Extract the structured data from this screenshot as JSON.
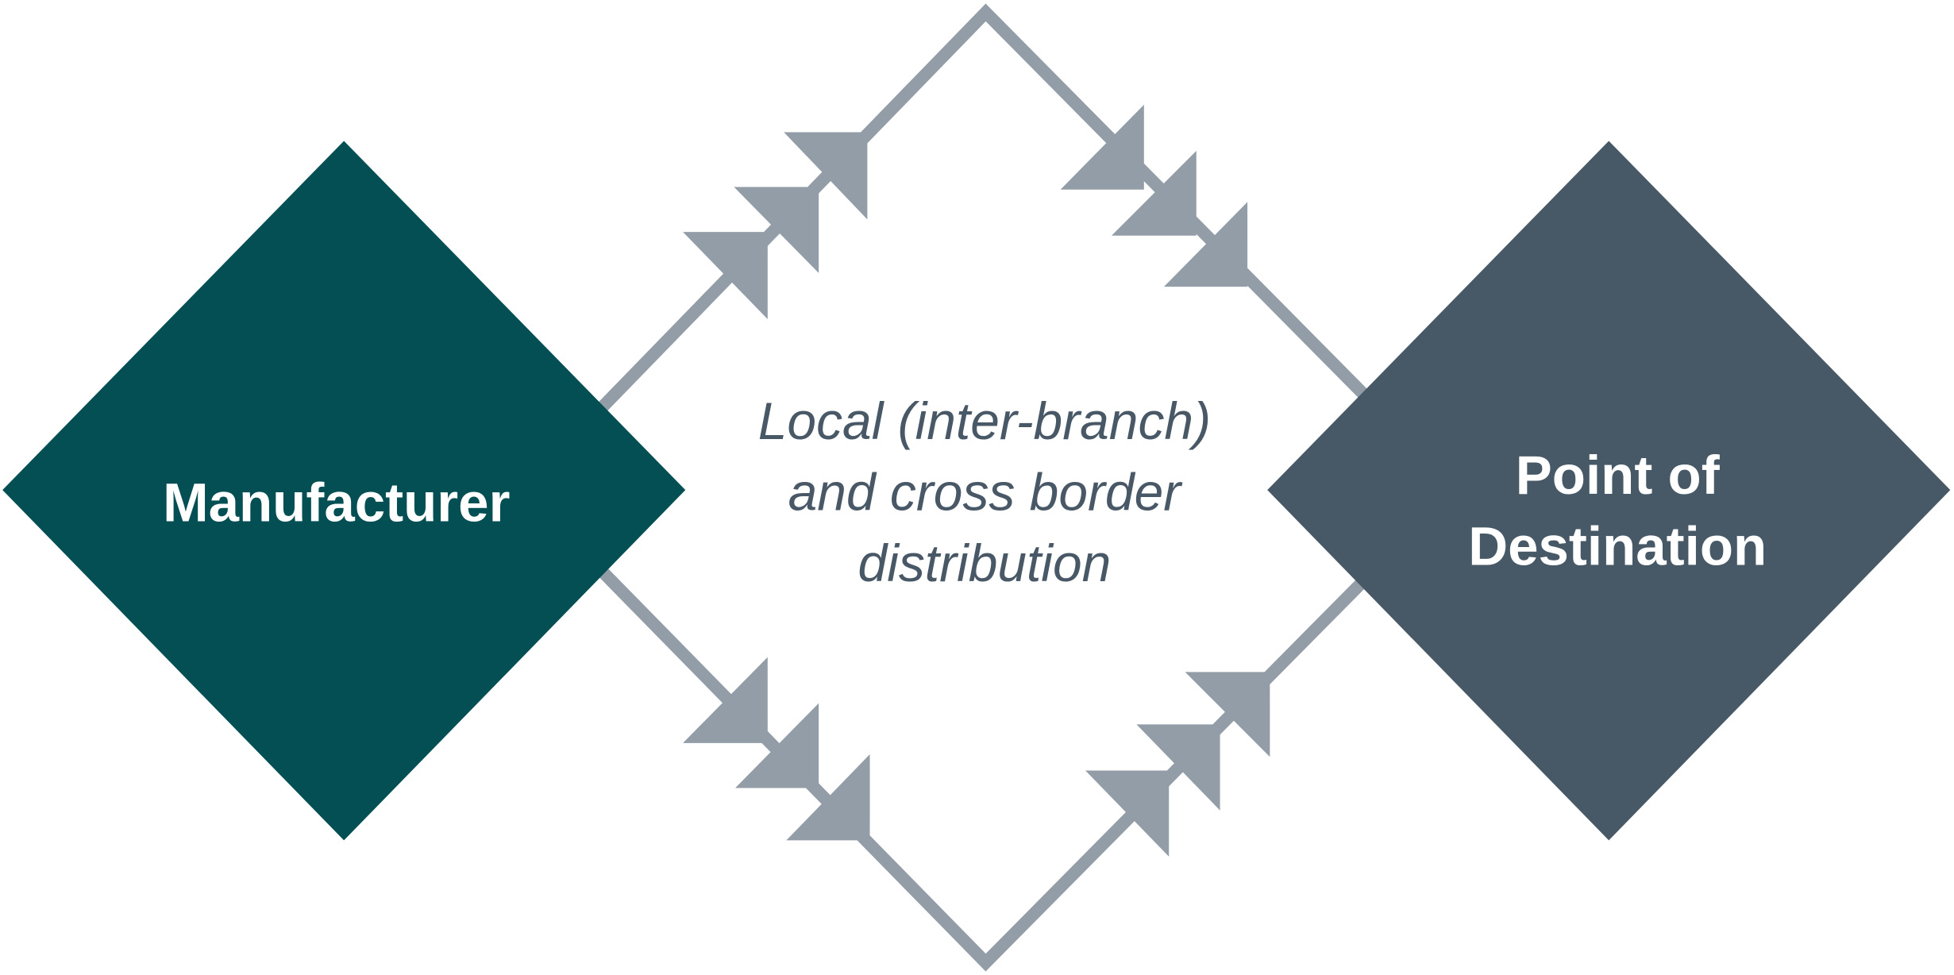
{
  "diagram": {
    "type": "flow",
    "nodes": [
      {
        "id": "manufacturer",
        "label": "Manufacturer",
        "shape": "diamond",
        "color": "#034F54"
      },
      {
        "id": "destination",
        "label_lines": [
          "Point of",
          "Destination"
        ],
        "shape": "diamond",
        "color": "#475866"
      }
    ],
    "center_text": {
      "lines": [
        "Local (inter-branch)",
        "and cross border",
        "distribution"
      ],
      "color": "#495866"
    },
    "connector": {
      "color": "#939DA7",
      "paths": [
        {
          "name": "upper-path",
          "from": "manufacturer",
          "to": "destination",
          "arrowheads": 6
        },
        {
          "name": "lower-path",
          "from": "manufacturer",
          "to": "destination",
          "arrowheads": 6
        }
      ]
    }
  }
}
